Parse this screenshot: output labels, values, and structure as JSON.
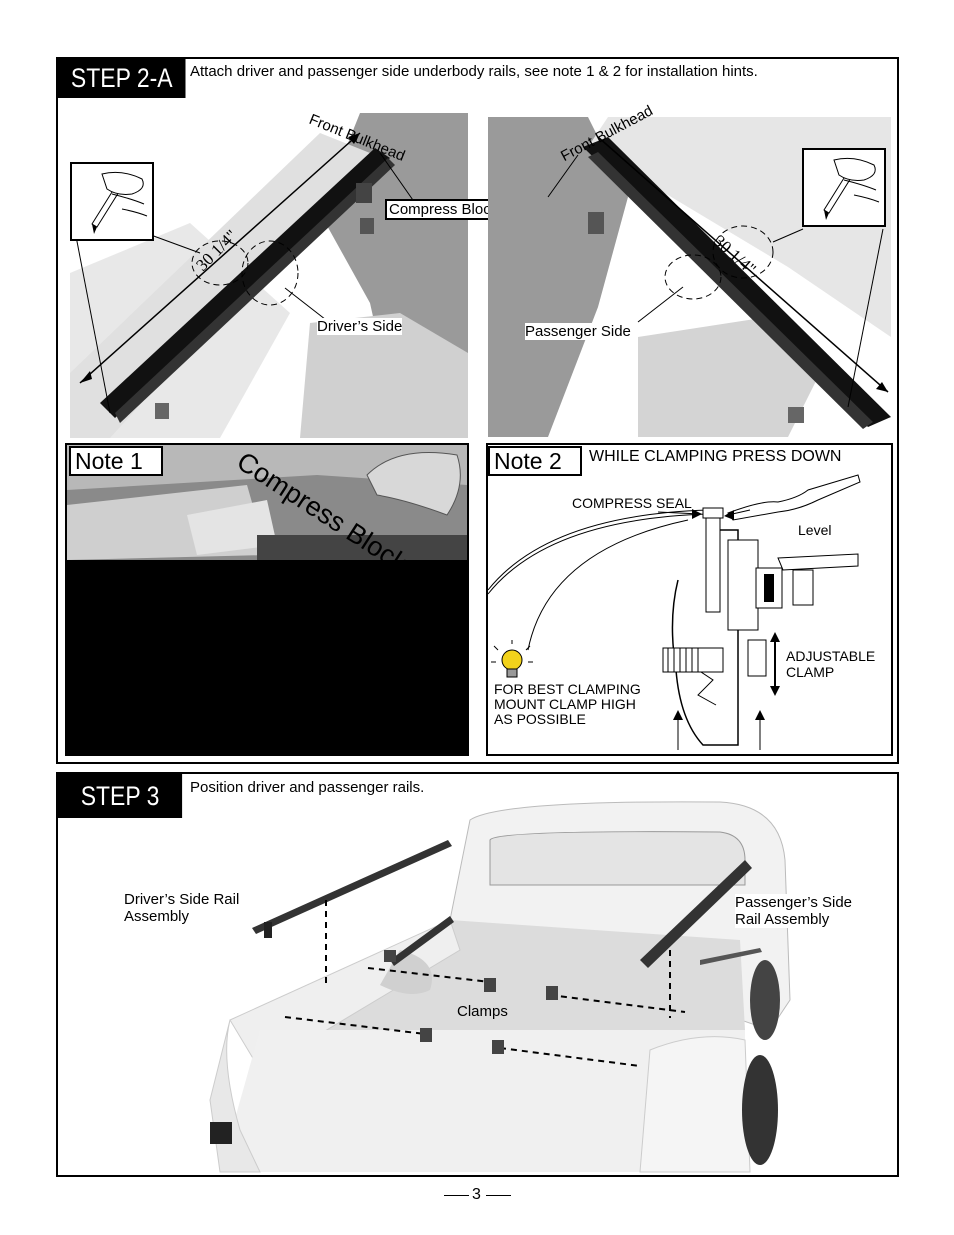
{
  "step2a": {
    "tab": "STEP 2-A",
    "instruction": "Attach driver and passenger side underbody rails, see note 1 & 2 for installation hints.",
    "left_panel": {
      "front_bulkhead": "Front Bulkhead",
      "measurement": "30 1/4\"",
      "compress_block_seal": "Compress Block Seal",
      "side_label": "Driver’s Side"
    },
    "right_panel": {
      "front_bulkhead": "Front Bulkhead",
      "measurement": "30 1/4\"",
      "side_label": "Passenger Side"
    },
    "note1": {
      "title": "Note 1",
      "caption": "Compress Block Seal"
    },
    "note2": {
      "title": "Note 2",
      "heading": "WHILE CLAMPING PRESS DOWN",
      "compress_seal": "COMPRESS SEAL",
      "level": "Level",
      "adjustable_clamp_line1": "ADJUSTABLE",
      "adjustable_clamp_line2": "CLAMP",
      "tip_line1": "FOR BEST CLAMPING",
      "tip_line2": "MOUNT CLAMP HIGH",
      "tip_line3": "AS POSSIBLE"
    }
  },
  "step3": {
    "tab": "STEP 3",
    "instruction": "Position driver and passenger rails.",
    "driver_rail_line1": "Driver’s Side Rail",
    "driver_rail_line2": "Assembly",
    "passenger_rail_line1": "Passenger’s Side",
    "passenger_rail_line2": "Rail Assembly",
    "clamps": "Clamps"
  },
  "page_number": "3",
  "colors": {
    "ink": "#000000",
    "bed_gray": "#d9d9d9",
    "bulb_yellow": "#f2d21b"
  }
}
